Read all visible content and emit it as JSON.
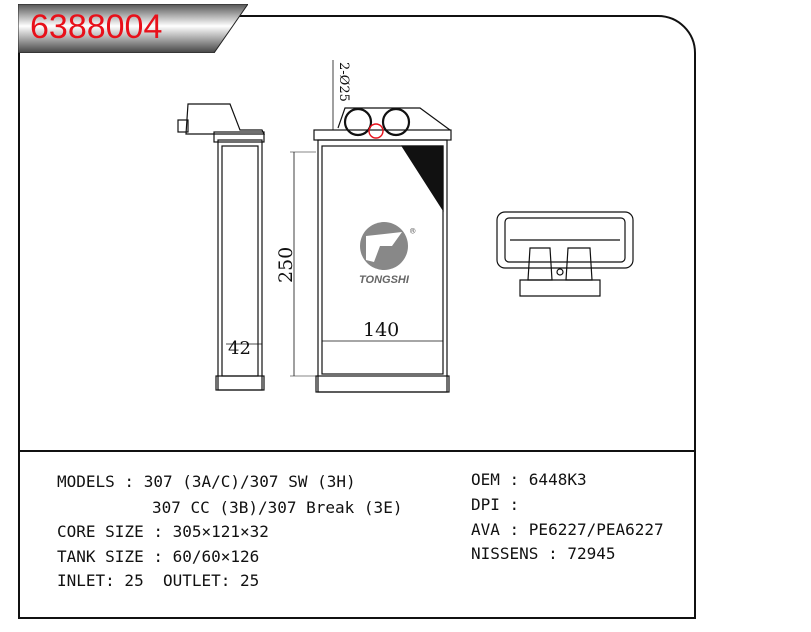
{
  "part_number": "6388004",
  "dimensions": {
    "phi_label": "2-Ø25",
    "height": "250",
    "width": "140",
    "depth": "42"
  },
  "logo": {
    "brand": "TONGSHI",
    "registered": "®"
  },
  "specs_left": {
    "models_line1": "MODELS : 307 (3A/C)/307 SW (3H)",
    "models_line2": "307 CC (3B)/307 Break (3E)",
    "core_size": "CORE SIZE : 305×121×32",
    "tank_size": "TANK SIZE : 60/60×126",
    "inlet_outlet": "INLET: 25  OUTLET: 25"
  },
  "specs_right": {
    "oem": "OEM : 6448K3",
    "dpi": "DPI :",
    "ava": "AVA : PE6227/PEA6227",
    "nissens": "NISSENS : 72945"
  },
  "colors": {
    "accent": "#e8101a"
  }
}
